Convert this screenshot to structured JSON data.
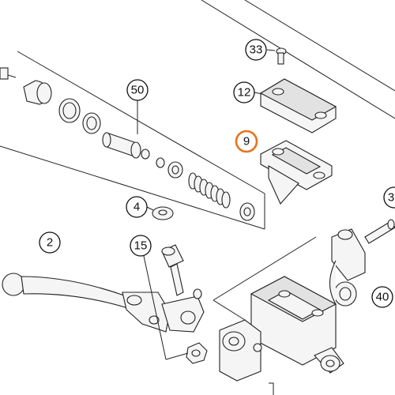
{
  "callouts": [
    {
      "id": "c33",
      "label": "33",
      "highlight": false
    },
    {
      "id": "c12",
      "label": "12",
      "highlight": false
    },
    {
      "id": "c50",
      "label": "50",
      "highlight": false
    },
    {
      "id": "c9",
      "label": "9",
      "highlight": true
    },
    {
      "id": "c4",
      "label": "4",
      "highlight": false
    },
    {
      "id": "c2",
      "label": "2",
      "highlight": false
    },
    {
      "id": "c15",
      "label": "15",
      "highlight": false
    },
    {
      "id": "c3x",
      "label": "3",
      "highlight": false
    },
    {
      "id": "c40",
      "label": "40",
      "highlight": false
    }
  ],
  "colors": {
    "highlight": "#e8731d",
    "line": "#222222"
  }
}
